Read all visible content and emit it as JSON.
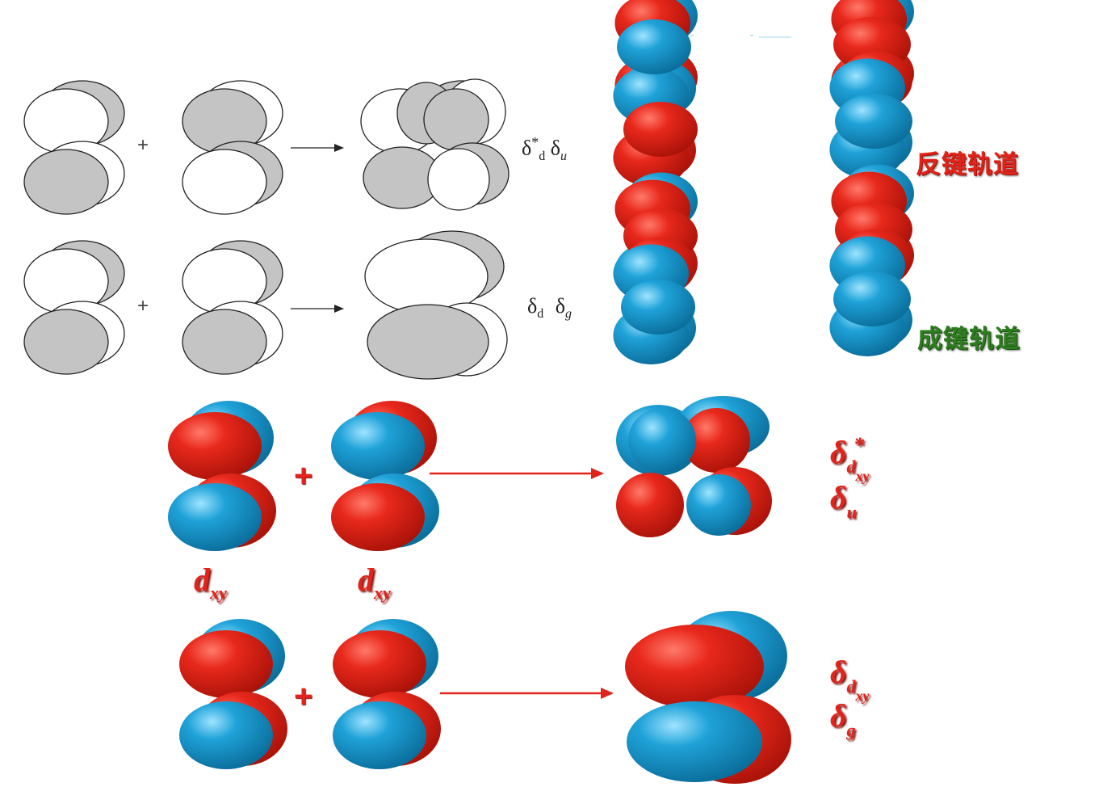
{
  "row1_label": {
    "delta": "δ",
    "star": "*",
    "sub_d": "d",
    "delta2": "δ",
    "sub_u": "u"
  },
  "row2_label": {
    "delta": "δ",
    "sub_d": "d",
    "delta2": "δ",
    "sub_g": "g"
  },
  "antibonding_label": "反键轨道",
  "bonding_label": "成键轨道",
  "plus": "+",
  "bottom_top_label": {
    "delta": "δ",
    "star": "*",
    "sub": "d",
    "subsub": "xy",
    "delta2": "δ",
    "sub2": "u"
  },
  "bottom_bot_label": {
    "delta": "δ",
    "sub": "d",
    "subsub": "xy",
    "delta2": "δ",
    "sub2": "g"
  },
  "dxy_label": {
    "d": "d",
    "sub": "xy"
  },
  "colors": {
    "red": "#e0241b",
    "blue": "#1f9fd6",
    "gray": "#c4c4c4",
    "green": "#2e7d1f"
  }
}
